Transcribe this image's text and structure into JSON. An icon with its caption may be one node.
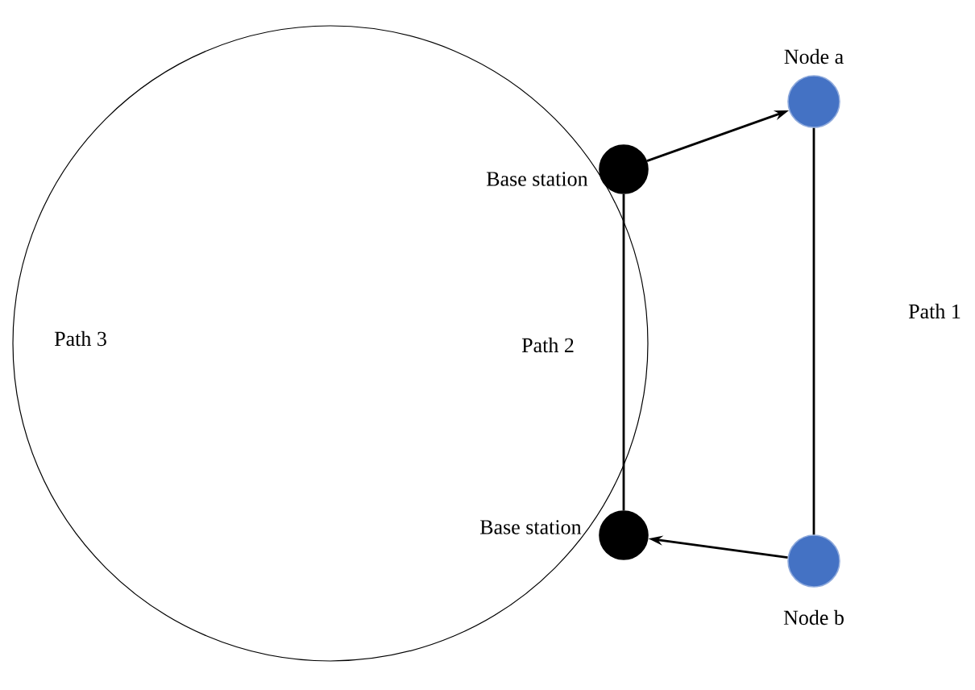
{
  "diagram": {
    "nodes": [
      {
        "text": [],
        "shape": "circle",
        "beside": [
          "Base station"
        ]
      },
      {
        "text": [],
        "shape": "circle",
        "beside": [
          "Node a"
        ]
      },
      {
        "text": [],
        "shape": "circle",
        "beside": [
          "Base station"
        ]
      },
      {
        "text": [],
        "shape": "circle",
        "beside": [
          "Node b"
        ]
      }
    ],
    "edges": [
      {
        "from": 0,
        "to": 1,
        "arrow": "to"
      },
      {
        "from": 0,
        "to": 2,
        "arrow": "none",
        "label": "Path 2"
      },
      {
        "from": 1,
        "to": 3,
        "arrow": "none",
        "label": "Path 1"
      },
      {
        "from": 3,
        "to": 2,
        "arrow": "to"
      }
    ],
    "labels": [
      "Path 3"
    ]
  }
}
